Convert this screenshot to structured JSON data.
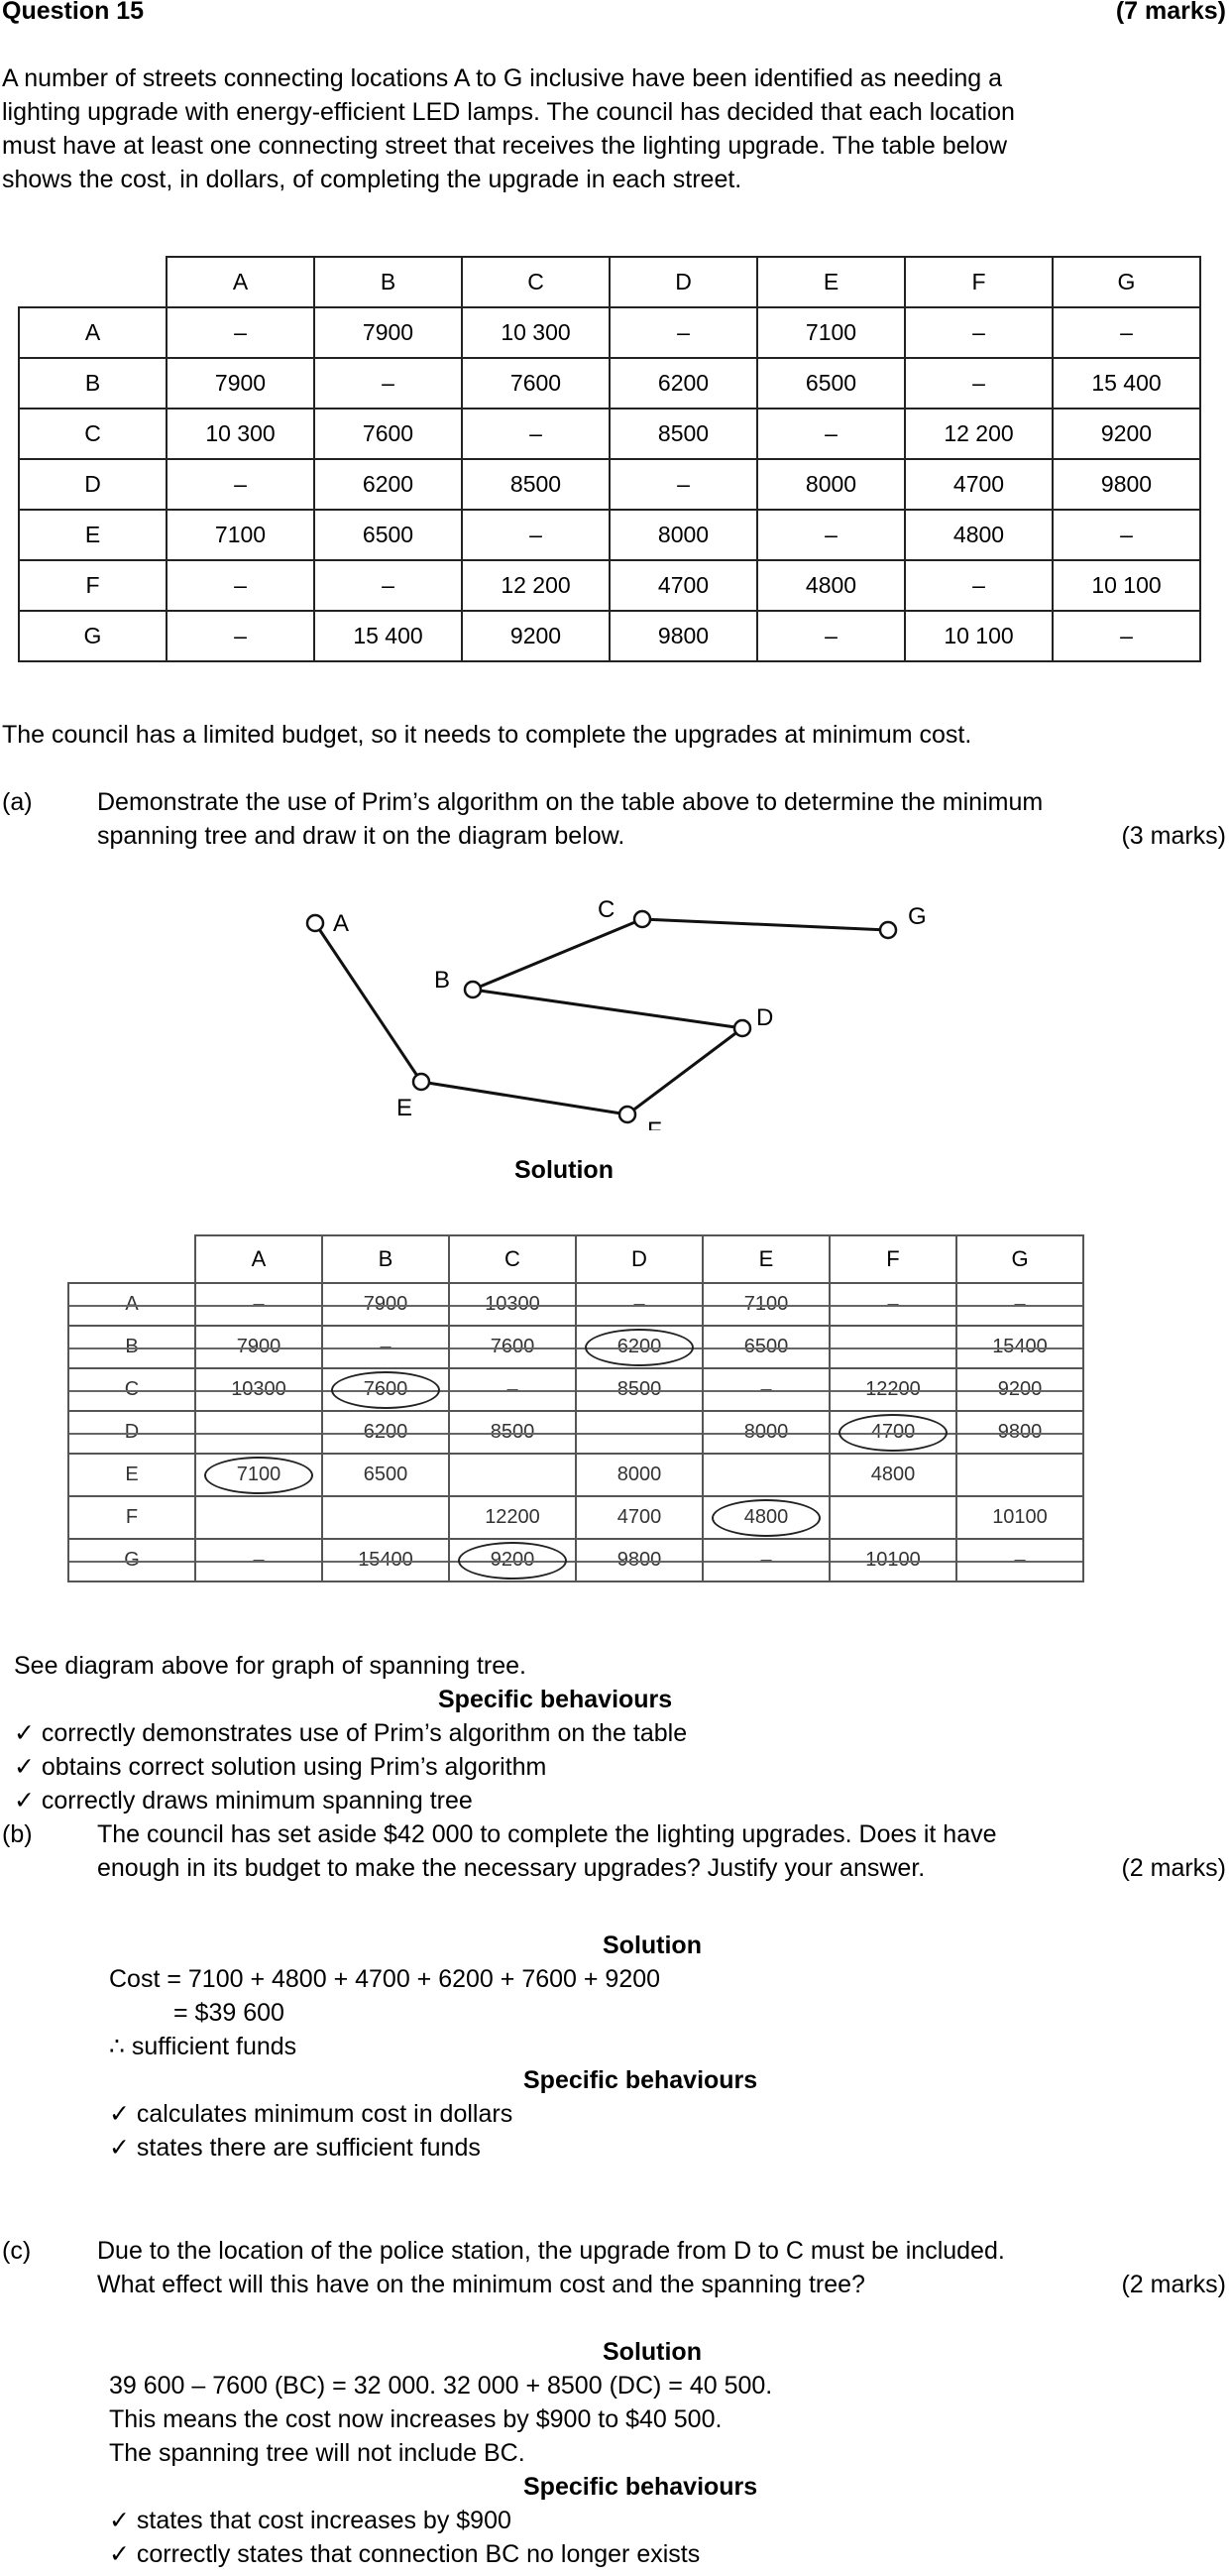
{
  "header": {
    "question": "Question 15",
    "marks": "(7 marks)"
  },
  "intro": [
    "A number of streets connecting locations A to G inclusive have been identified as needing a",
    "lighting upgrade with energy-efficient LED lamps. The council has decided that each location",
    "must have at least one connecting street that receives the lighting upgrade. The table below",
    "shows the cost, in dollars, of completing the upgrade in each street."
  ],
  "cost_table": {
    "columns": [
      "A",
      "B",
      "C",
      "D",
      "E",
      "F",
      "G"
    ],
    "rows": [
      {
        "label": "A",
        "cells": [
          "–",
          "7900",
          "10 300",
          "–",
          "7100",
          "–",
          "–"
        ]
      },
      {
        "label": "B",
        "cells": [
          "7900",
          "–",
          "7600",
          "6200",
          "6500",
          "–",
          "15 400"
        ]
      },
      {
        "label": "C",
        "cells": [
          "10 300",
          "7600",
          "–",
          "8500",
          "–",
          "12 200",
          "9200"
        ]
      },
      {
        "label": "D",
        "cells": [
          "–",
          "6200",
          "8500",
          "–",
          "8000",
          "4700",
          "9800"
        ]
      },
      {
        "label": "E",
        "cells": [
          "7100",
          "6500",
          "–",
          "8000",
          "–",
          "4800",
          "–"
        ]
      },
      {
        "label": "F",
        "cells": [
          "–",
          "–",
          "12 200",
          "4700",
          "4800",
          "–",
          "10 100"
        ]
      },
      {
        "label": "G",
        "cells": [
          "–",
          "15 400",
          "9200",
          "9800",
          "–",
          "10 100",
          "–"
        ]
      }
    ]
  },
  "budget_line": "The council has a limited budget, so it needs to complete the upgrades at minimum cost.",
  "part_a": {
    "label": "(a)",
    "lines": [
      "Demonstrate the use of Prim’s algorithm on the table above to determine the minimum",
      "spanning tree and draw it on the diagram below."
    ],
    "marks": "(3 marks)"
  },
  "graph": {
    "nodes": [
      {
        "id": "A",
        "label": "A"
      },
      {
        "id": "B",
        "label": "B"
      },
      {
        "id": "C",
        "label": "C"
      },
      {
        "id": "D",
        "label": "D"
      },
      {
        "id": "E",
        "label": "E"
      },
      {
        "id": "F",
        "label": "F"
      },
      {
        "id": "G",
        "label": "G"
      }
    ],
    "edges": [
      [
        "A",
        "E"
      ],
      [
        "E",
        "F"
      ],
      [
        "F",
        "D"
      ],
      [
        "D",
        "B"
      ],
      [
        "B",
        "C"
      ],
      [
        "C",
        "G"
      ]
    ]
  },
  "solution_label": "Solution",
  "solution_table": {
    "columns": [
      "A",
      "B",
      "C",
      "D",
      "E",
      "F",
      "G"
    ],
    "rows": [
      {
        "label": "A",
        "cells": [
          "–",
          "7900",
          "10300",
          "–",
          "7100",
          "–",
          "–"
        ]
      },
      {
        "label": "B",
        "cells": [
          "7900",
          "–",
          "7600",
          "6200",
          "6500",
          "",
          "15400"
        ]
      },
      {
        "label": "C",
        "cells": [
          "10300",
          "7600",
          "–",
          "8500",
          "–",
          "12200",
          "9200"
        ]
      },
      {
        "label": "D",
        "cells": [
          "",
          "6200",
          "8500",
          "",
          "8000",
          "4700",
          "9800"
        ]
      },
      {
        "label": "E",
        "cells": [
          "7100",
          "6500",
          "",
          "8000",
          "",
          "4800",
          ""
        ]
      },
      {
        "label": "F",
        "cells": [
          "",
          "",
          "12200",
          "4700",
          "4800",
          "",
          "10100"
        ]
      },
      {
        "label": "G",
        "cells": [
          "–",
          "15400",
          "9200",
          "9800",
          "–",
          "10100",
          "–"
        ]
      }
    ],
    "circled": [
      [
        "B",
        "D"
      ],
      [
        "C",
        "B"
      ],
      [
        "D",
        "F"
      ],
      [
        "E",
        "A"
      ],
      [
        "F",
        "E"
      ],
      [
        "G",
        "C"
      ]
    ],
    "struck_rows": [
      "A",
      "B",
      "C",
      "D",
      "G"
    ]
  },
  "part_a_solution": {
    "note": "See diagram above for graph of spanning tree.",
    "behaviours_title": "Specific behaviours",
    "behaviours": [
      "✓ correctly demonstrates use of Prim’s algorithm on the table",
      "✓ obtains correct solution using Prim’s algorithm",
      "✓ correctly draws minimum spanning tree"
    ]
  },
  "part_b": {
    "label": "(b)",
    "lines": [
      "The council has set aside $42 000 to complete the lighting upgrades. Does it have",
      "enough in its budget to make the necessary upgrades? Justify your answer."
    ],
    "marks": "(2 marks)",
    "solution_title": "Solution",
    "working": [
      "Cost = 7100 + 4800 + 4700 + 6200 + 7600 + 9200",
      "= $39 600",
      "∴ sufficient funds"
    ],
    "behaviours_title": "Specific behaviours",
    "behaviours": [
      "✓ calculates minimum cost in dollars",
      "✓ states there are sufficient funds"
    ]
  },
  "part_c": {
    "label": "(c)",
    "lines": [
      "Due to the location of the police station, the upgrade from D to C must be included.",
      "What effect will this have on the minimum cost and the spanning tree?"
    ],
    "marks": "(2 marks)",
    "solution_title": "Solution",
    "working": [
      "39 600 – 7600 (BC) = 32 000.  32 000 + 8500 (DC) = 40 500.",
      "This means the cost now increases by $900 to $40 500.",
      "The spanning tree will not include BC."
    ],
    "behaviours_title": "Specific behaviours",
    "behaviours": [
      "✓ states that cost increases by $900",
      "✓ correctly states that connection  BC no longer exists"
    ]
  }
}
